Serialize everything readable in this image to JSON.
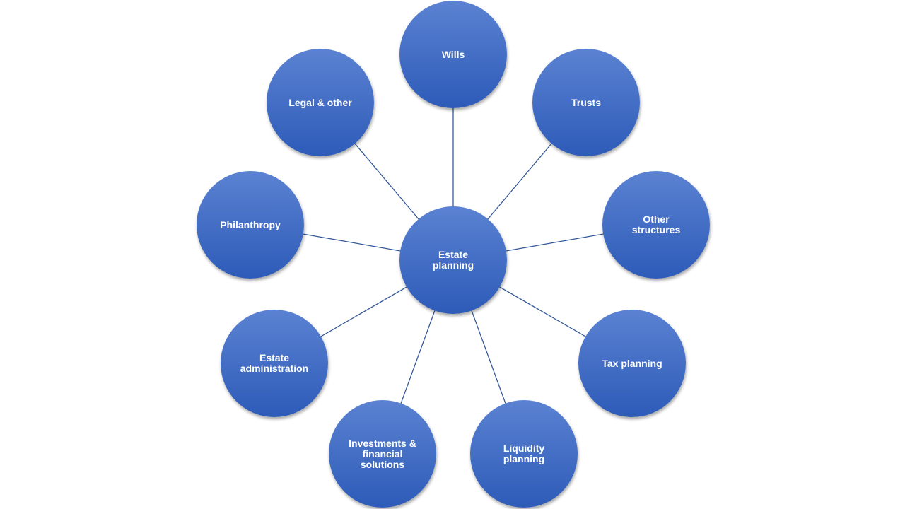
{
  "colors": {
    "node_fill_light": "#5b82d2",
    "node_fill_dark": "#2d5bb8",
    "connector": "#2f5597",
    "label": "#ffffff"
  },
  "hub": {
    "label": "Estate\nplanning"
  },
  "spokes": [
    {
      "key": "wills",
      "label": "Wills"
    },
    {
      "key": "trusts",
      "label": "Trusts"
    },
    {
      "key": "other-structures",
      "label": "Other\nstructures"
    },
    {
      "key": "tax-planning",
      "label": "Tax planning"
    },
    {
      "key": "liquidity-planning",
      "label": "Liquidity\nplanning"
    },
    {
      "key": "investments-financial-solutions",
      "label": "Investments &\nfinancial\nsolutions"
    },
    {
      "key": "estate-administration",
      "label": "Estate\nadministration"
    },
    {
      "key": "philanthropy",
      "label": "Philanthropy"
    },
    {
      "key": "legal-other",
      "label": "Legal & other"
    }
  ]
}
